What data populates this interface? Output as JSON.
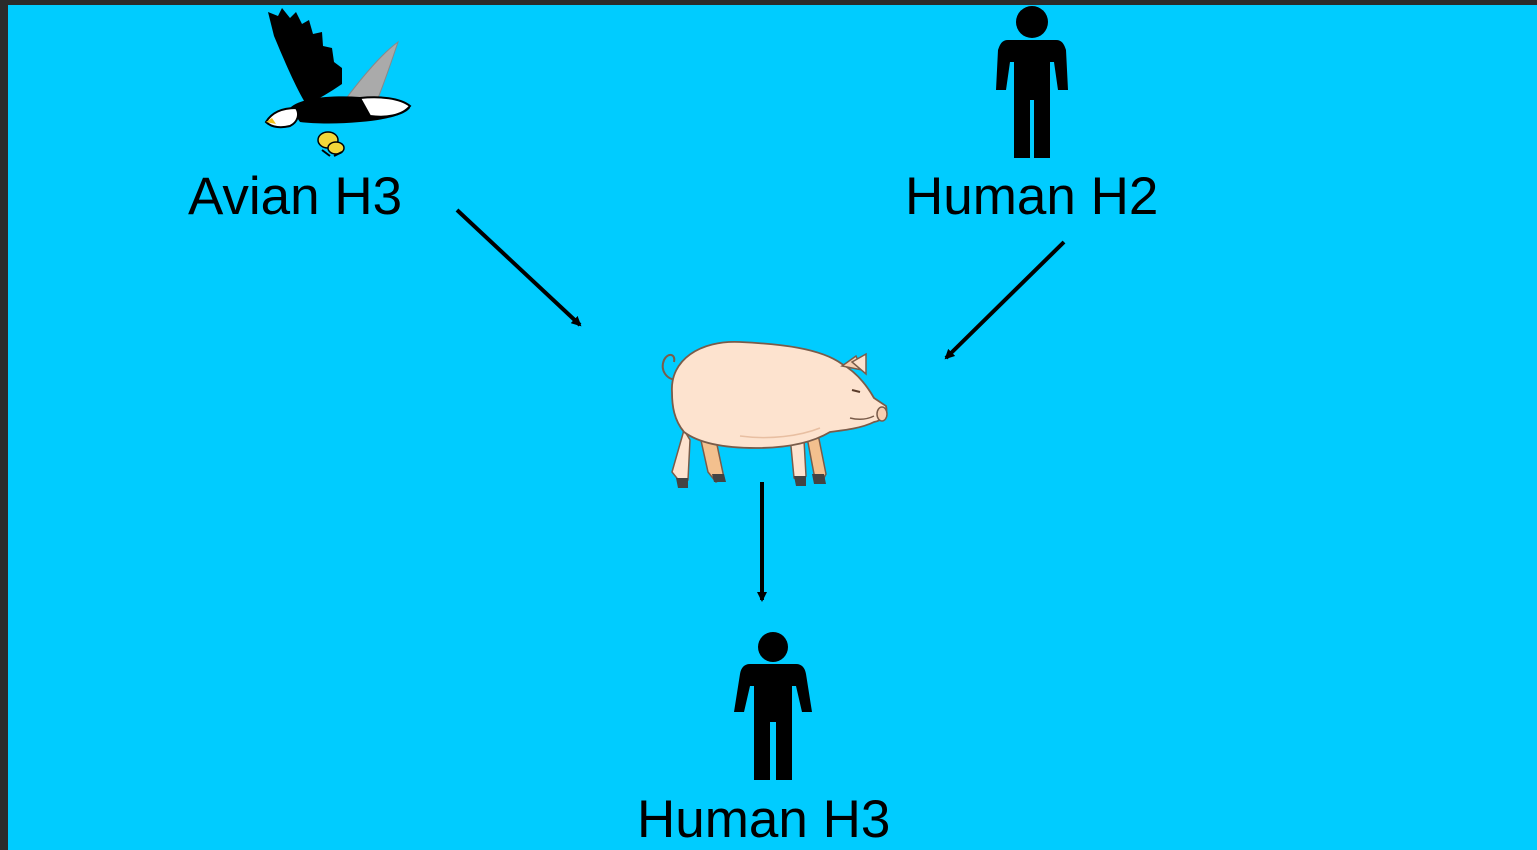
{
  "diagram": {
    "nodes": {
      "avian": {
        "label": "Avian H3",
        "icon": "eagle-icon"
      },
      "human_h2": {
        "label": "Human H2",
        "icon": "person-icon"
      },
      "pig": {
        "label": "",
        "icon": "pig-icon"
      },
      "human_h3": {
        "label": "Human H3",
        "icon": "person-icon"
      }
    },
    "edges": [
      {
        "from": "Avian H3",
        "to": "pig"
      },
      {
        "from": "Human H2",
        "to": "pig"
      },
      {
        "from": "pig",
        "to": "Human H3"
      }
    ]
  },
  "colors": {
    "background": "#00ccff",
    "frame": "#2b2b2b",
    "arrow": "#000000",
    "person": "#000000",
    "pig_body": "#fde3cf"
  }
}
